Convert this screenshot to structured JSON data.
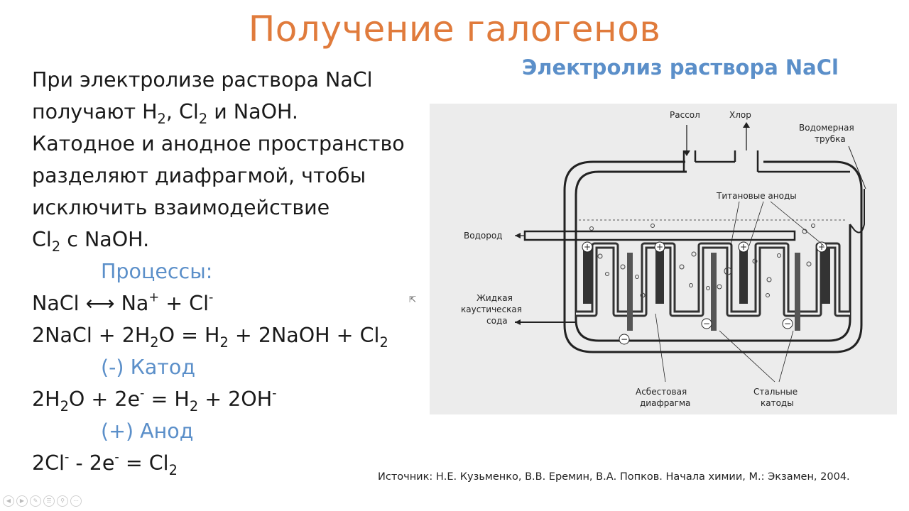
{
  "slide": {
    "title": "Получение галогенов",
    "subtitle": "Электролиз раствора NaCl",
    "text": {
      "p1": "При электролизе раствора NaCl",
      "p2a": "получают H",
      "p2b": "2",
      "p2c": ", Cl",
      "p2d": "2",
      "p2e": " и NaOH.",
      "p3": "Катодное и анодное пространство",
      "p4": "разделяют диафрагмой, чтобы",
      "p5": "исключить взаимодействие",
      "p6a": "Cl",
      "p6b": "2",
      "p6c": " с NaOH."
    },
    "processes_label": "Процессы:",
    "eq1": {
      "a": "NaCl ",
      "arrow": "⟷",
      "b": " Na",
      "sup1": "+",
      "c": " + Cl",
      "sup2": "-"
    },
    "eq2": {
      "a": "2NaCl + 2H",
      "s1": "2",
      "b": "O = H",
      "s2": "2",
      "c": " + 2NaOH + Cl",
      "s3": "2"
    },
    "cathode_label": "(-) Катод",
    "eq3": {
      "a": "2H",
      "s1": "2",
      "b": "O + 2e",
      "sup1": "-",
      "c": " = H",
      "s2": "2",
      "d": " + 2OH",
      "sup2": "-"
    },
    "anode_label": "(+) Анод",
    "eq4": {
      "a": "2Cl",
      "sup1": "-",
      "b": " - 2e",
      "sup2": "-",
      "c": " = Cl",
      "s1": "2"
    },
    "source": "Источник: Н.Е. Кузьменко, В.В. Еремин, В.А. Попков. Начала химии, М.: Экзамен, 2004."
  },
  "diagram": {
    "brine": "Рассол",
    "chlorine": "Хлор",
    "gauge_1": "Водомерная",
    "gauge_2": "трубка",
    "anodes": "Титановые аноды",
    "hydrogen": "Водород",
    "soda_1": "Жидкая",
    "soda_2": "каустическая",
    "soda_3": "сода",
    "asb_1": "Асбестовая",
    "asb_2": "диафрагма",
    "steel_1": "Стальные",
    "steel_2": "катоды",
    "plus": "+",
    "minus": "−"
  },
  "colors": {
    "title": "#e07b3c",
    "accent": "#5b8fc9"
  }
}
